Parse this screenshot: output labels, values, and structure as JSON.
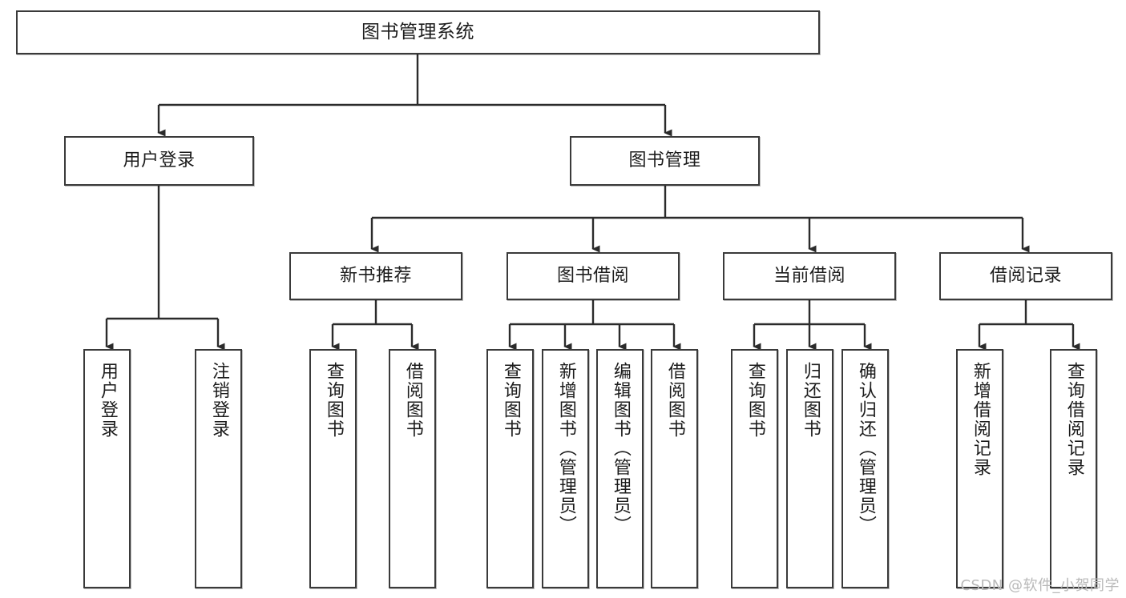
{
  "diagram": {
    "title": "图书管理系统",
    "type": "tree-hierarchy",
    "root": {
      "label": "图书管理系统"
    },
    "level2": [
      {
        "label": "用户登录"
      },
      {
        "label": "图书管理"
      }
    ],
    "level3": [
      {
        "label": "新书推荐"
      },
      {
        "label": "图书借阅"
      },
      {
        "label": "当前借阅"
      },
      {
        "label": "借阅记录"
      }
    ],
    "leaves": {
      "user_login": [
        {
          "label": "用户登录"
        },
        {
          "label": "注销登录"
        }
      ],
      "new_book_recommend": [
        {
          "label": "查询图书"
        },
        {
          "label": "借阅图书"
        }
      ],
      "book_borrow": [
        {
          "label": "查询图书"
        },
        {
          "label": "新增图书（管理员）"
        },
        {
          "label": "编辑图书（管理员）"
        },
        {
          "label": "借阅图书"
        }
      ],
      "current_borrow": [
        {
          "label": "查询图书"
        },
        {
          "label": "归还图书"
        },
        {
          "label": "确认归还（管理员）"
        }
      ],
      "borrow_records": [
        {
          "label": "新增借阅记录"
        },
        {
          "label": "查询借阅记录"
        }
      ]
    }
  },
  "watermark": {
    "text": "CSDN @软件_小贺同学"
  },
  "colors": {
    "stroke": "#3a3a3a",
    "fill": "#ffffff",
    "text": "#1c1c1c",
    "watermark": "#b9b9b9"
  }
}
